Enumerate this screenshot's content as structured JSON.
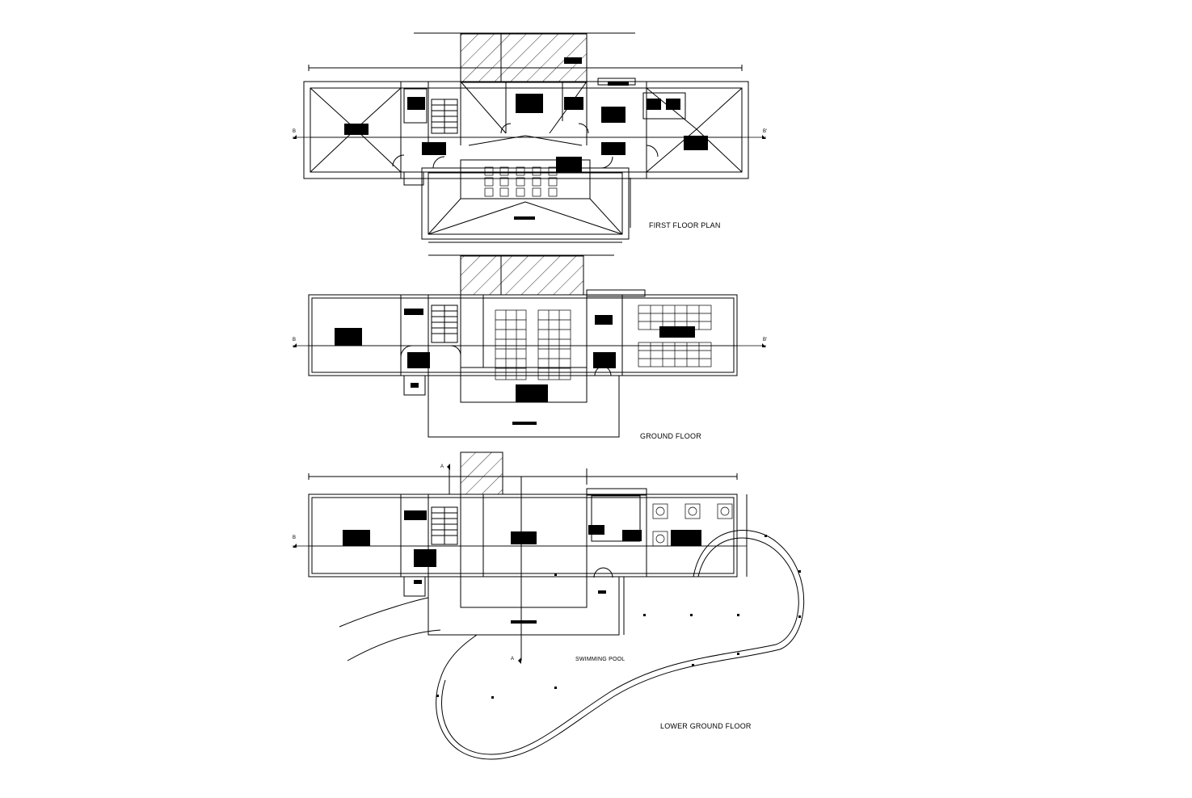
{
  "labels": {
    "first_floor": "FIRST FLOOR PLAN",
    "ground_floor": "GROUND FLOOR",
    "lower_ground_floor": "LOWER GROUND FLOOR",
    "swimming_pool": "SWIMMING POOL"
  },
  "section_marks": {
    "start": "B",
    "end": "B'",
    "a": "A"
  },
  "colors": {
    "line": "#000000",
    "background": "#ffffff"
  }
}
